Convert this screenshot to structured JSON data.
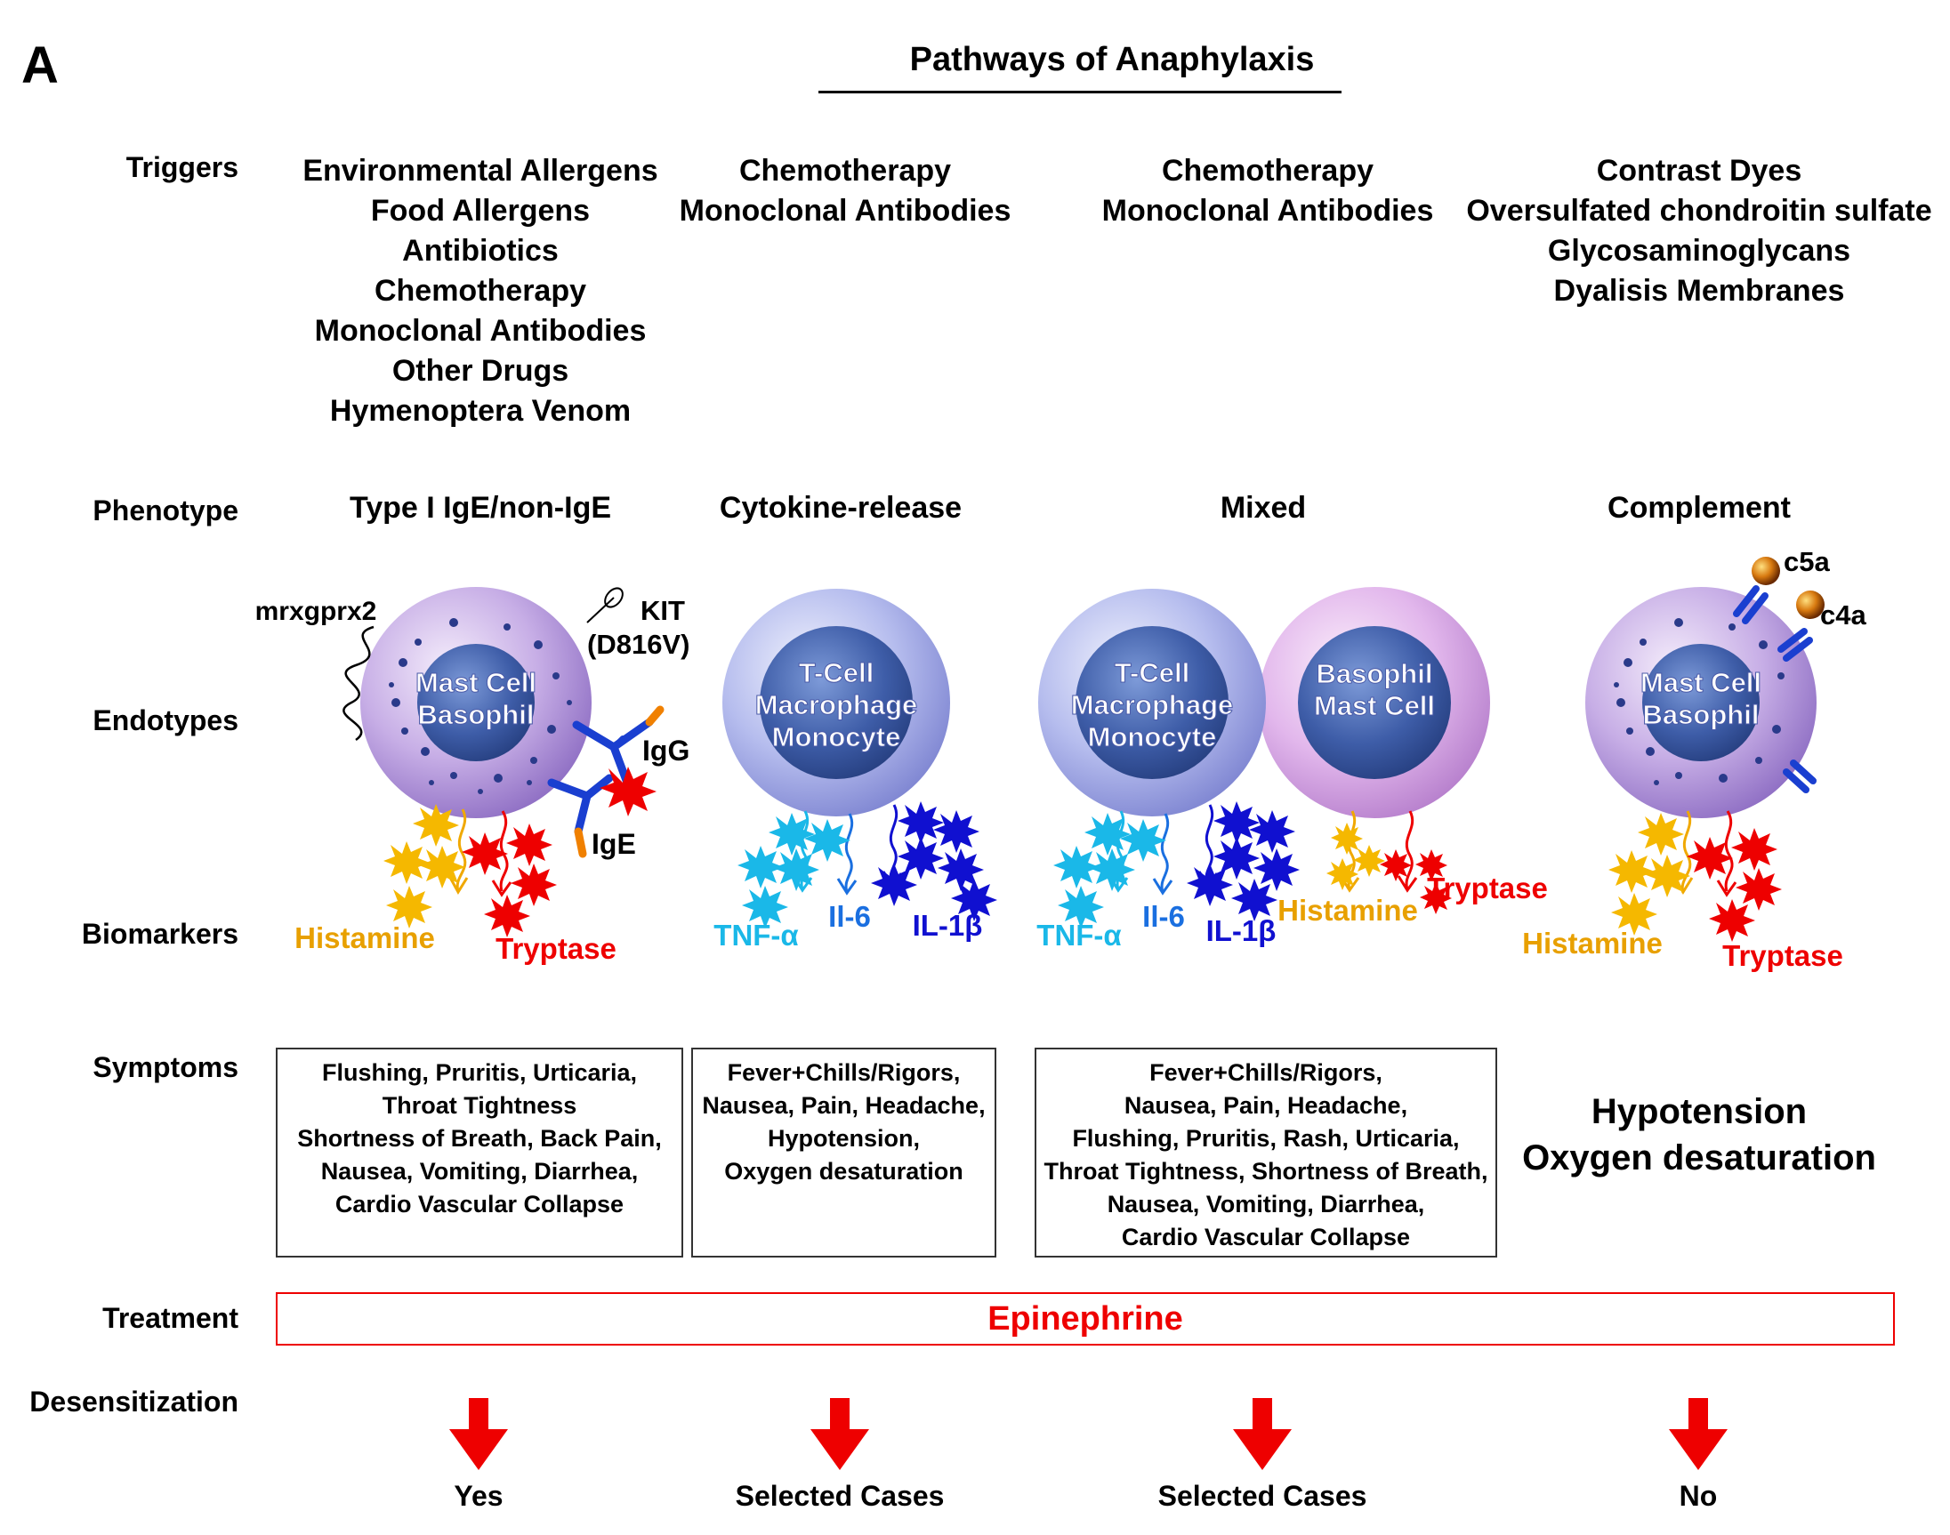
{
  "panel_letter": "A",
  "title": "Pathways of Anaphylaxis",
  "row_labels": {
    "triggers": "Triggers",
    "phenotype": "Phenotype",
    "endotypes": "Endotypes",
    "biomarkers": "Biomarkers",
    "symptoms": "Symptoms",
    "treatment": "Treatment",
    "desensitization": "Desensitization"
  },
  "triggers": [
    [
      "Environmental Allergens",
      "Food Allergens",
      "Antibiotics",
      "Chemotherapy",
      "Monoclonal Antibodies",
      "Other Drugs",
      "Hymenoptera Venom"
    ],
    [
      "Chemotherapy",
      "Monoclonal Antibodies"
    ],
    [
      "Chemotherapy",
      "Monoclonal Antibodies"
    ],
    [
      "Contrast Dyes",
      "Oversulfated chondroitin sulfate",
      "Glycosaminoglycans",
      "Dyalisis Membranes"
    ]
  ],
  "phenotypes": [
    "Type I IgE/non-IgE",
    "Cytokine-release",
    "Mixed",
    "Complement"
  ],
  "endotypes": {
    "col1": {
      "cell_line1": "Mast Cell",
      "cell_line2": "Basophil",
      "mrgprx2": "mrxgprx2",
      "kit_line1": "KIT",
      "kit_line2": "(D816V)",
      "igg": "IgG",
      "ige": "IgE"
    },
    "col2": {
      "line1": "T-Cell",
      "line2": "Macrophage",
      "line3": "Monocyte"
    },
    "col3a": {
      "line1": "T-Cell",
      "line2": "Macrophage",
      "line3": "Monocyte"
    },
    "col3b": {
      "line1": "Basophil",
      "line2": "Mast Cell"
    },
    "col4": {
      "cell_line1": "Mast Cell",
      "cell_line2": "Basophil",
      "c5a": "c5a",
      "c4a": "c4a"
    }
  },
  "biomarkers": {
    "histamine": "Histamine",
    "tryptase": "Tryptase",
    "tnf": "TNF-α",
    "il6": "Il-6",
    "il1b": "IL-1β"
  },
  "symptoms": [
    [
      "Flushing, Pruritis, Urticaria,",
      "Throat Tightness",
      "Shortness of Breath, Back Pain,",
      "Nausea, Vomiting, Diarrhea,",
      "Cardio Vascular Collapse"
    ],
    [
      "Fever+Chills/Rigors,",
      "Nausea, Pain, Headache,",
      "Hypotension,",
      "Oxygen desaturation"
    ],
    [
      "Fever+Chills/Rigors,",
      "Nausea, Pain, Headache,",
      "Flushing, Pruritis, Rash, Urticaria,",
      "Throat Tightness, Shortness of Breath,",
      "Nausea, Vomiting, Diarrhea,",
      "Cardio Vascular Collapse"
    ],
    [
      "Hypotension",
      "Oxygen desaturation"
    ]
  ],
  "treatment": "Epinephrine",
  "desensitization": [
    "Yes",
    "Selected Cases",
    "Selected Cases",
    "No"
  ],
  "colors": {
    "red": "#ee0000",
    "histamine": "#e8a000",
    "tnf": "#1ab8e8",
    "il6": "#1a6fe0",
    "il1b": "#1010d0",
    "receptor": "#1a3fd0",
    "receptor_tip": "#f08000"
  }
}
